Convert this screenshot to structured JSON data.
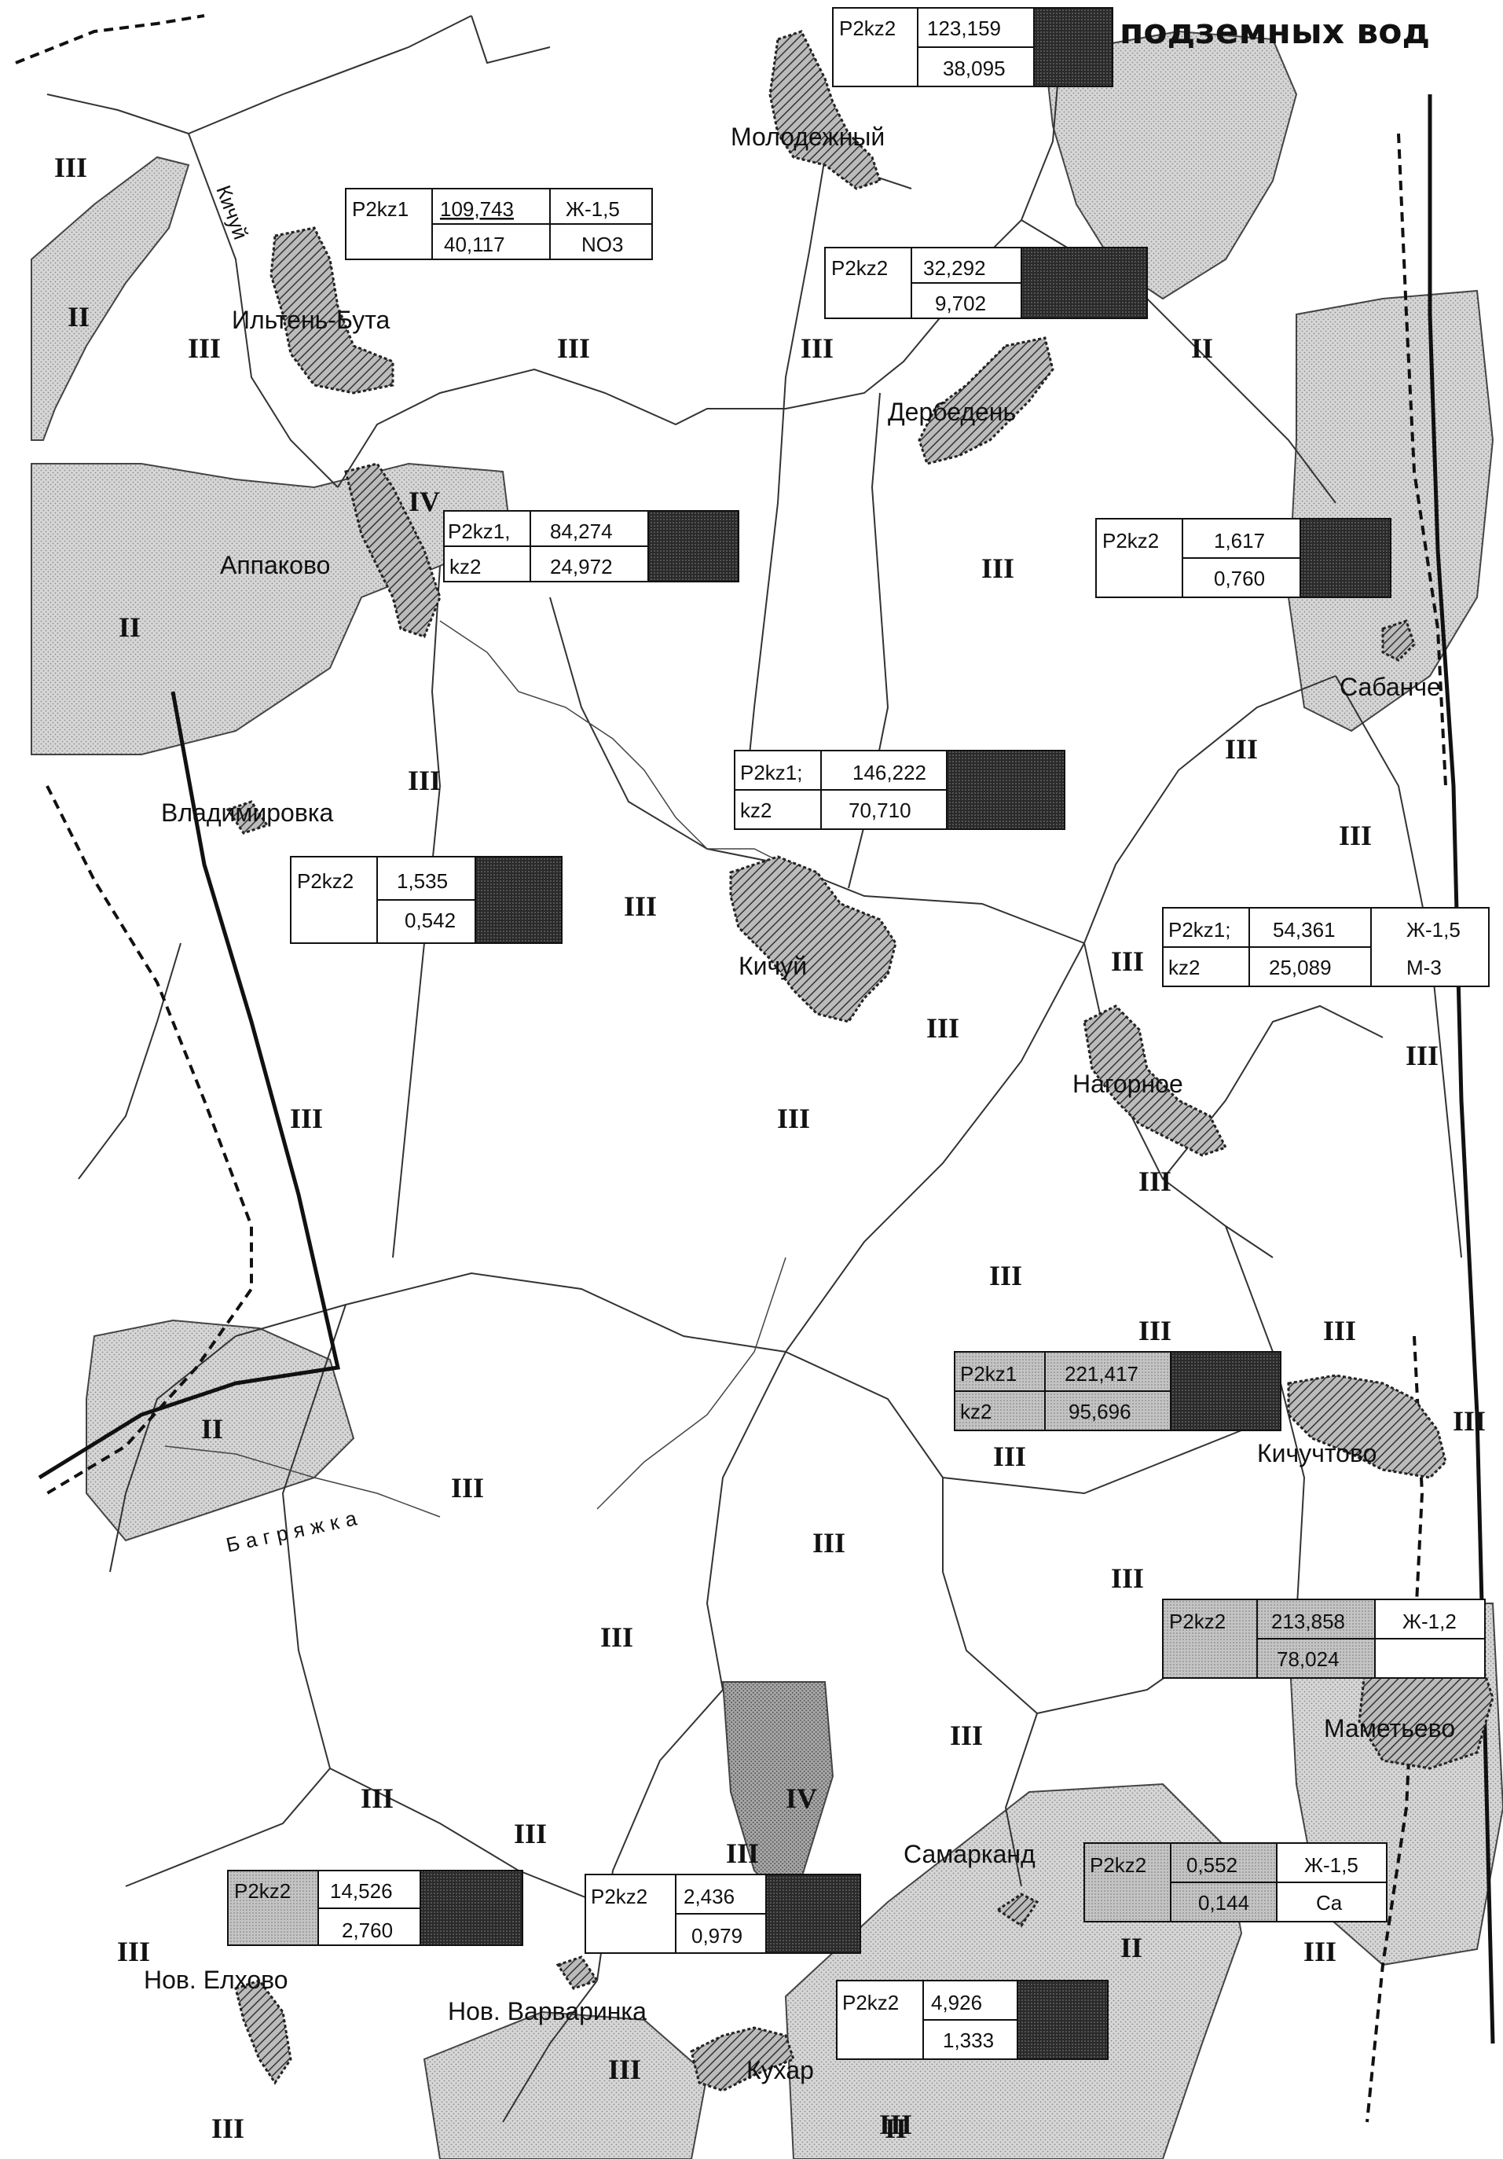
{
  "title": "подземных вод",
  "colors": {
    "zone2_fill": "#c9c9c9",
    "zone4_fill": "#9a9a9a",
    "settlement_hatch": "#555555",
    "dark_cell": "#1a1a1a",
    "gray_cell": "#bdbdbd"
  },
  "settlements": [
    {
      "name": "Молодежный"
    },
    {
      "name": "Ильтень-Бута"
    },
    {
      "name": "Дербедень"
    },
    {
      "name": "Аппаково"
    },
    {
      "name": "Сабанче"
    },
    {
      "name": "Владимировка"
    },
    {
      "name": "Кичуй"
    },
    {
      "name": "Нагорное"
    },
    {
      "name": "Кичучтово"
    },
    {
      "name": "Маметьево"
    },
    {
      "name": "Самарканд"
    },
    {
      "name": "Нов. Елхово"
    },
    {
      "name": "Нов. Варваринка"
    },
    {
      "name": "Кухар"
    }
  ],
  "rivers": [
    {
      "name": "Кичуй"
    },
    {
      "name": "Багряжка"
    }
  ],
  "zones": [
    "III",
    "II",
    "III",
    "III",
    "III",
    "II",
    "IV",
    "II",
    "III",
    "III",
    "III",
    "III",
    "III",
    "III",
    "III",
    "III",
    "III",
    "III",
    "III",
    "III",
    "III",
    "III",
    "III",
    "II",
    "III",
    "III",
    "III",
    "III",
    "III",
    "III",
    "III",
    "III",
    "III",
    "IV",
    "III",
    "III",
    "II",
    "III",
    "III",
    "III",
    "II"
  ],
  "boxes": [
    {
      "formation": "P2kz2",
      "formation2": "",
      "top": "123,159",
      "bottom": "38,095",
      "note_top": "",
      "note_bottom": ""
    },
    {
      "formation": "P2kz1",
      "formation2": "",
      "top": "109,743",
      "bottom": "40,117",
      "note_top": "Ж-1,5",
      "note_bottom": "NO3"
    },
    {
      "formation": "P2kz2",
      "formation2": "",
      "top": "32,292",
      "bottom": "9,702",
      "note_top": "",
      "note_bottom": ""
    },
    {
      "formation": "P2kz1,",
      "formation2": "kz2",
      "top": "84,274",
      "bottom": "24,972",
      "note_top": "",
      "note_bottom": ""
    },
    {
      "formation": "P2kz2",
      "formation2": "",
      "top": "1,617",
      "bottom": "0,760",
      "note_top": "",
      "note_bottom": ""
    },
    {
      "formation": "P2kz1;",
      "formation2": "kz2",
      "top": "146,222",
      "bottom": "70,710",
      "note_top": "",
      "note_bottom": ""
    },
    {
      "formation": "P2kz2",
      "formation2": "",
      "top": "1,535",
      "bottom": "0,542",
      "note_top": "",
      "note_bottom": ""
    },
    {
      "formation": "P2kz1;",
      "formation2": "kz2",
      "top": "54,361",
      "bottom": "25,089",
      "note_top": "Ж-1,5",
      "note_bottom": "M-3"
    },
    {
      "formation": "P2kz1",
      "formation2": "kz2",
      "top": "221,417",
      "bottom": "95,696",
      "note_top": "",
      "note_bottom": ""
    },
    {
      "formation": "P2kz2",
      "formation2": "",
      "top": "213,858",
      "bottom": "78,024",
      "note_top": "Ж-1,2",
      "note_bottom": ""
    },
    {
      "formation": "P2kz2",
      "formation2": "",
      "top": "14,526",
      "bottom": "2,760",
      "note_top": "",
      "note_bottom": ""
    },
    {
      "formation": "P2kz2",
      "formation2": "",
      "top": "2,436",
      "bottom": "0,979",
      "note_top": "",
      "note_bottom": ""
    },
    {
      "formation": "P2kz2",
      "formation2": "",
      "top": "0,552",
      "bottom": "0,144",
      "note_top": "Ж-1,5",
      "note_bottom": "Ca"
    },
    {
      "formation": "P2kz2",
      "formation2": "",
      "top": "4,926",
      "bottom": "1,333",
      "note_top": "",
      "note_bottom": ""
    }
  ]
}
